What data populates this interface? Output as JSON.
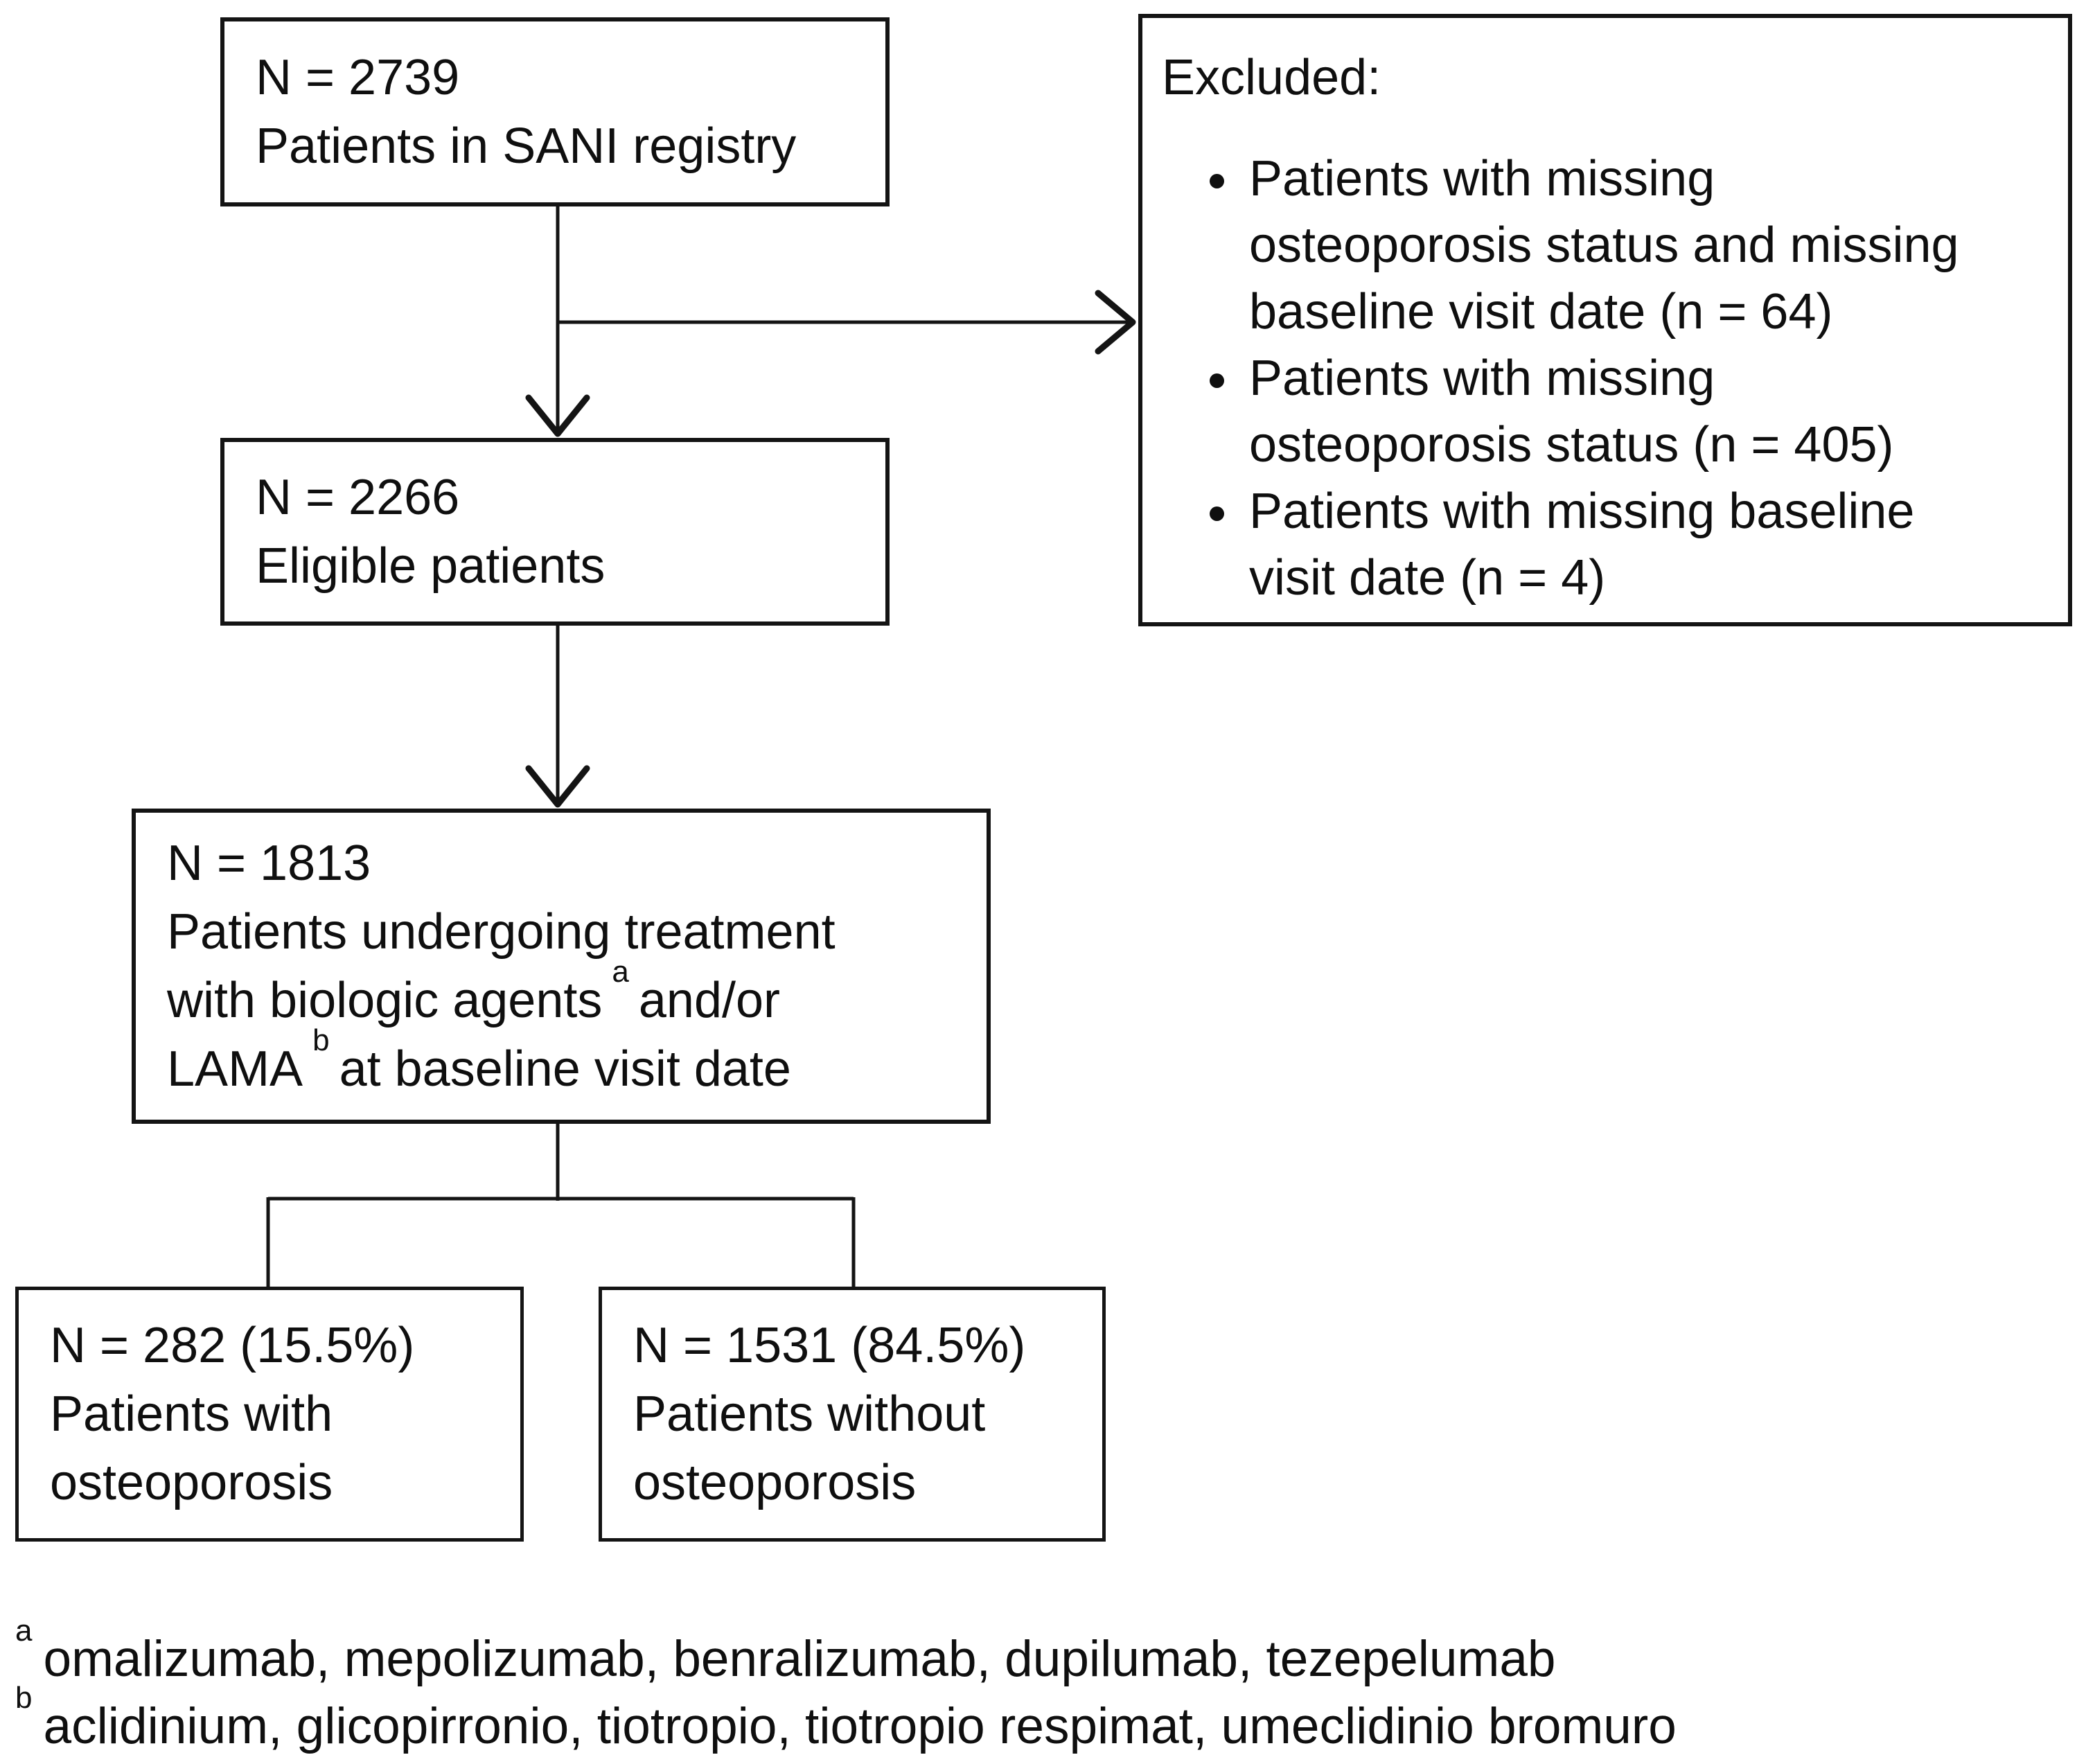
{
  "colors": {
    "ink": "#141414",
    "background": "#ffffff"
  },
  "flow": {
    "registry_box": {
      "line1": "N = 2739",
      "line2": "Patients in SANI registry"
    },
    "excluded_box": {
      "title": "Excluded:",
      "bullets": [
        "Patients with missing osteoporosis status and missing baseline visit date (n = 64)",
        "Patients with missing osteoporosis status (n = 405)",
        "Patients with missing baseline visit date (n = 4)"
      ]
    },
    "eligible_box": {
      "line1": "N = 2266",
      "line2": "Eligible patients"
    },
    "treatment_box": {
      "line1": "N = 1813",
      "line2": "Patients undergoing treatment",
      "line3_text": "with biologic agents",
      "line3_sup": "a",
      "line3_rest": "and/or",
      "line4_text": "LAMA",
      "line4_sup": "b",
      "line4_rest": "at baseline visit date"
    },
    "osteoporosis_box": {
      "line1": "N = 282 (15.5%)",
      "line2": "Patients with osteoporosis"
    },
    "no_osteoporosis_box": {
      "line1": "N = 1531 (84.5%)",
      "line2": "Patients without osteoporosis"
    }
  },
  "footnotes": [
    {
      "marker": "a",
      "text": "omalizumab, mepolizumab, benralizumab, dupilumab, tezepelumab"
    },
    {
      "marker": "b",
      "text": "aclidinium, glicopirronio, tiotropio, tiotropio respimat, umeclidinio bromuro"
    }
  ]
}
